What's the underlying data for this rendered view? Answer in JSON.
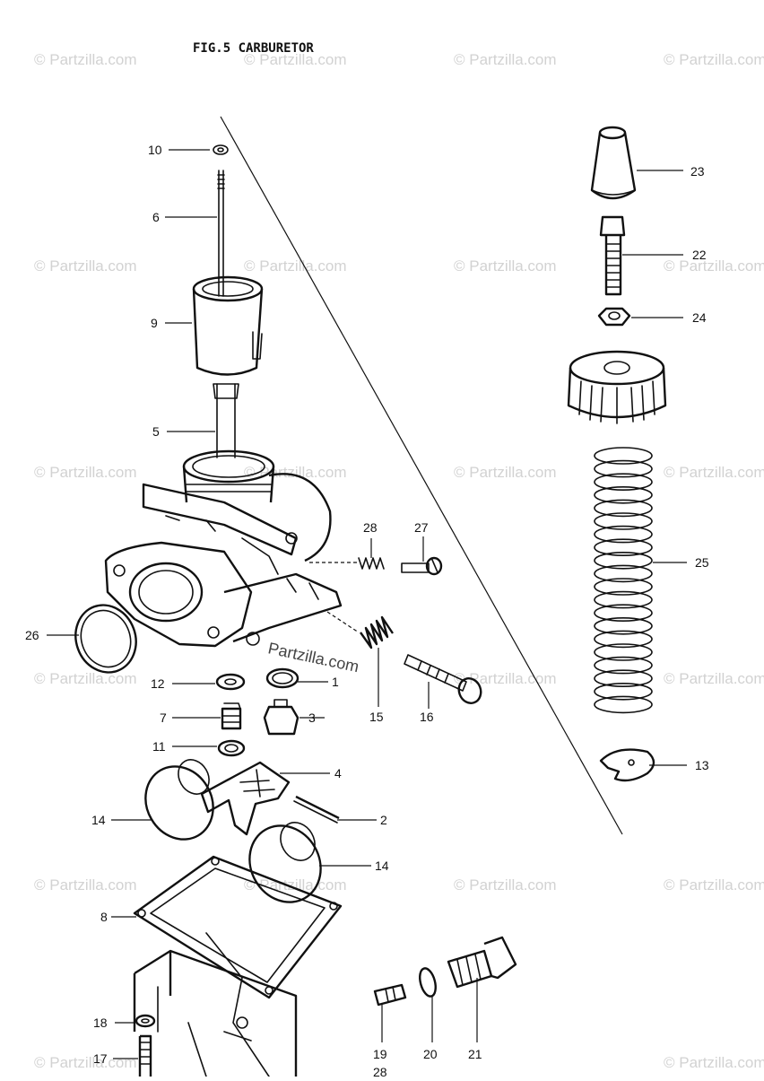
{
  "title": "FIG.5  CARBURETOR",
  "watermark": "© Partzilla.com",
  "inline_watermark": "Partzilla.com",
  "callouts": {
    "c10": "10",
    "c6": "6",
    "c9": "9",
    "c5": "5",
    "c26": "26",
    "c12": "12",
    "c1": "1",
    "c7": "7",
    "c3": "3",
    "c11": "11",
    "c4": "4",
    "c14a": "14",
    "c2": "2",
    "c14b": "14",
    "c8": "8",
    "c18": "18",
    "c17": "17",
    "c28a": "28",
    "c27": "27",
    "c15": "15",
    "c16": "16",
    "c19": "19",
    "c20": "20",
    "c21": "21",
    "c28b": "28",
    "c23": "23",
    "c22": "22",
    "c24": "24",
    "c25": "25",
    "c13": "13"
  }
}
